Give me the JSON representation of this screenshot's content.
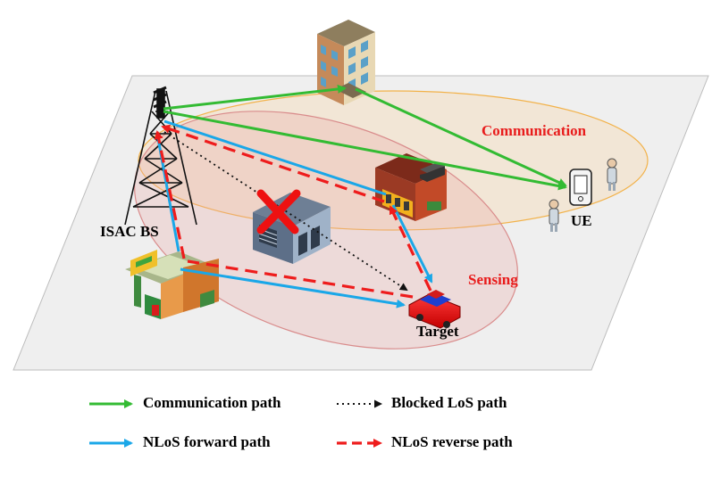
{
  "labels": {
    "communication": "Communication",
    "sensing": "Sensing",
    "isac_bs": "ISAC BS",
    "ue": "UE",
    "target": "Target"
  },
  "legend": [
    {
      "label": "Communication path",
      "style": "green-solid-arrow"
    },
    {
      "label": "Blocked LoS path",
      "style": "black-dotted-arrow"
    },
    {
      "label": "NLoS forward path",
      "style": "blue-solid-arrow"
    },
    {
      "label": "NLoS reverse path",
      "style": "red-dashed-arrow"
    }
  ],
  "colors": {
    "communication": "#33bb33",
    "nlos_forward": "#1aa7e8",
    "nlos_reverse": "#ee1c1c",
    "blocked": "#111111",
    "label_red": "#e81c1c",
    "ground": "#eeeeee",
    "comm_ellipse": "#f7a830",
    "sense_ellipse": "#d98c8c"
  },
  "icons": [
    "tower-icon",
    "office-building-icon",
    "shop-building-icon",
    "warehouse-icon",
    "gas-station-icon",
    "car-icon",
    "phone-icon",
    "person-icon",
    "blocked-cross-icon"
  ]
}
